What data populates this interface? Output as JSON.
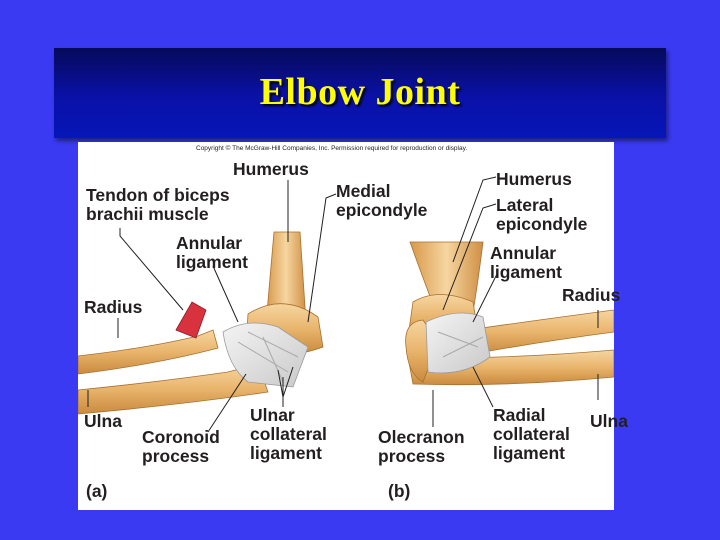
{
  "slide": {
    "title": "Elbow Joint",
    "colors": {
      "background": "#3a3af2",
      "title_bar": "#0a11a8",
      "title_text": "#ffff00"
    }
  },
  "figure": {
    "copyright": "Copyright © The McGraw-Hill Companies, Inc. Permission required for reproduction or display.",
    "panel_a": {
      "caption": "(a)",
      "labels": {
        "humerus": "Humerus",
        "tendon_biceps": "Tendon of biceps\nbrachii muscle",
        "medial_epicondyle": "Medial\nepicondyle",
        "annular_ligament": "Annular\nligament",
        "radius": "Radius",
        "ulna": "Ulna",
        "coronoid_process": "Coronoid\nprocess",
        "ulnar_collateral_ligament": "Ulnar\ncollateral\nligament"
      }
    },
    "panel_b": {
      "caption": "(b)",
      "labels": {
        "humerus": "Humerus",
        "lateral_epicondyle": "Lateral\nepicondyle",
        "annular_ligament": "Annular\nligament",
        "radius": "Radius",
        "olecranon_process": "Olecranon\nprocess",
        "radial_collateral_ligament": "Radial\ncollateral\nligament",
        "ulna": "Ulna"
      }
    }
  }
}
